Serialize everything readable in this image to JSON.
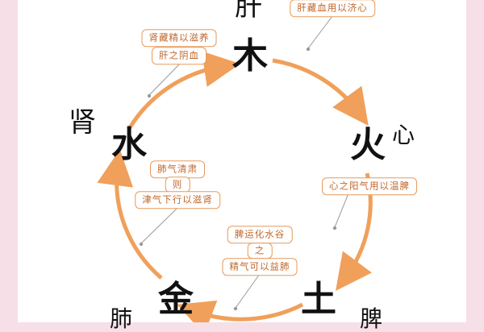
{
  "elements": {
    "wood": "木",
    "fire": "火",
    "earth": "土",
    "metal": "金",
    "water": "水"
  },
  "organs": {
    "liver": "肝",
    "heart": "心",
    "spleen": "脾",
    "lung": "肺",
    "kidney": "肾"
  },
  "notes": {
    "liver_blood": "肝藏血用以济心",
    "kidney_essence": "肾藏精以滋养",
    "liver_yin": "肝之阴血",
    "heart_yang": "心之阳气用以温脾",
    "spleen_transform": "脾运化水谷",
    "spleen_connector": "之",
    "essence_lung": "精气可以益肺",
    "lung_qi": "肺气清肃",
    "lung_connector": "则",
    "fluid_kidney": "津气下行以滋肾"
  },
  "colors": {
    "cycle": "#f0a05a",
    "note_border": "#e89a5a",
    "note_text": "#c0672b",
    "page_bg": "#f6dfe6"
  }
}
